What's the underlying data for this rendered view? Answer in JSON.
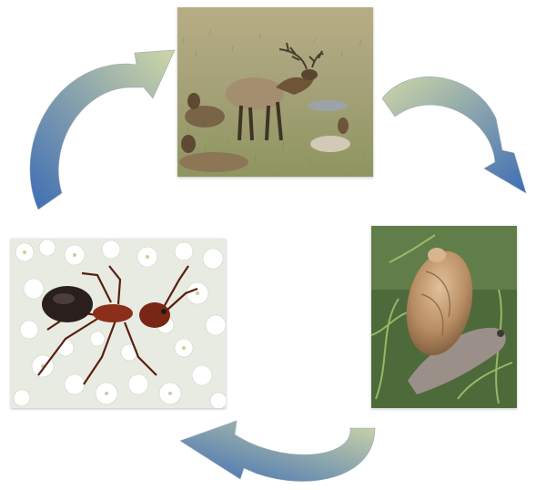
{
  "diagram": {
    "type": "cycle",
    "nodes": [
      {
        "id": "elk",
        "icon": "elk-photo"
      },
      {
        "id": "snail",
        "icon": "snail-photo"
      },
      {
        "id": "ant",
        "icon": "ant-on-flowers-photo"
      }
    ],
    "flow": [
      [
        "elk",
        "snail"
      ],
      [
        "snail",
        "ant"
      ],
      [
        "ant",
        "elk"
      ]
    ],
    "arrow_gradient": [
      "#c9d3a4",
      "#3f6fb6"
    ]
  }
}
